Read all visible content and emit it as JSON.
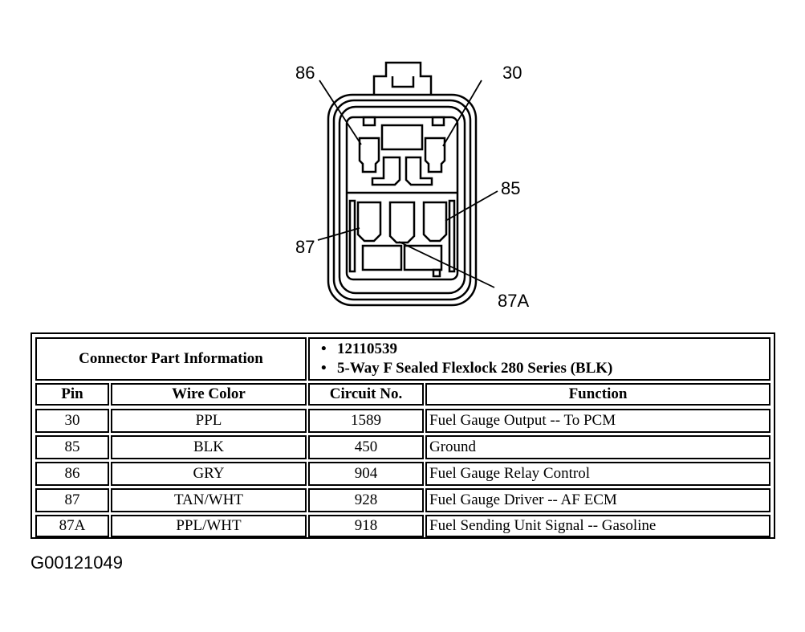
{
  "pin_labels": {
    "p86": "86",
    "p30": "30",
    "p85": "85",
    "p87": "87",
    "p87a": "87A"
  },
  "table": {
    "title": "Connector Part Information",
    "part_info": [
      "12110539",
      "5-Way F Sealed Flexlock 280 Series (BLK)"
    ],
    "headers": [
      "Pin",
      "Wire Color",
      "Circuit No.",
      "Function"
    ],
    "rows": [
      [
        "30",
        "PPL",
        "1589",
        "Fuel Gauge Output -- To PCM"
      ],
      [
        "85",
        "BLK",
        "450",
        "Ground"
      ],
      [
        "86",
        "GRY",
        "904",
        "Fuel Gauge Relay Control"
      ],
      [
        "87",
        "TAN/WHT",
        "928",
        "Fuel Gauge Driver -- AF ECM"
      ],
      [
        "87A",
        "PPL/WHT",
        "918",
        "Fuel Sending Unit Signal -- Gasoline"
      ]
    ]
  },
  "figure_id": "G00121049"
}
